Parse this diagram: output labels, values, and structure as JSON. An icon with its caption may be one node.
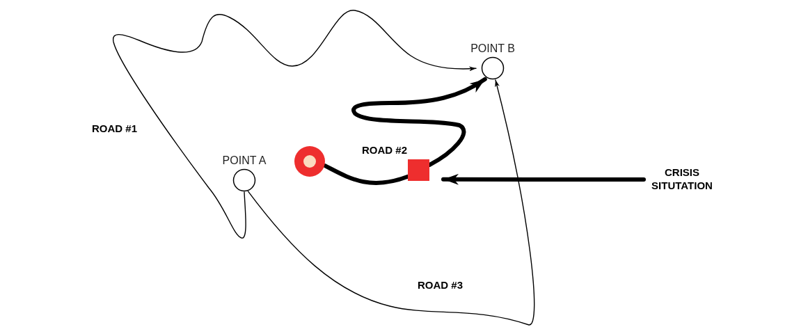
{
  "diagram": {
    "nodes": [
      {
        "text": [
          "POINT A"
        ]
      },
      {
        "text": [
          "POINT B"
        ]
      },
      {
        "text": [],
        "shape": "circle"
      },
      {
        "text": [],
        "shape": "box"
      },
      {
        "text": [
          "CRISIS SITUTATION"
        ]
      }
    ],
    "edges": [
      {
        "from": 0,
        "to": 1,
        "arrow": "to"
      },
      {
        "from": 0,
        "to": 1,
        "arrow": "to"
      },
      {
        "from": 2,
        "to": 3,
        "arrow": "none"
      },
      {
        "from": 3,
        "to": 1,
        "arrow": "to"
      },
      {
        "from": 4,
        "to": 3,
        "arrow": "to"
      }
    ],
    "labels": [
      "ROAD #1",
      "ROAD #2",
      "ROAD #3"
    ]
  }
}
